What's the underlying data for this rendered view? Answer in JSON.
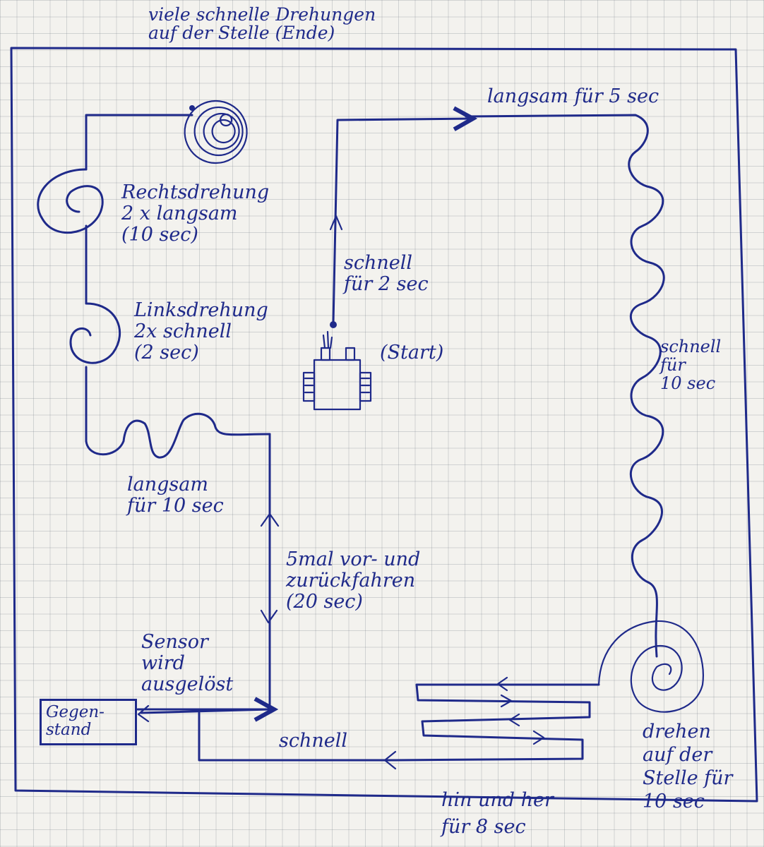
{
  "labels": {
    "end": "viele schnelle Drehungen\nauf der Stelle (Ende)",
    "slow5": "langsam für 5 sec",
    "right_turn": "Rechtsdrehung\n2 x langsam\n(10 sec)",
    "left_turn": "Linksdrehung\n2x schnell\n(2 sec)",
    "fast2": "schnell\nfür 2 sec",
    "start": "(Start)",
    "fast10": "schnell\nfür\n10 sec",
    "slow10": "langsam\nfür 10 sec",
    "back_forth": "5mal vor- und\nzurückfahren\n(20 sec)",
    "sensor": "Sensor\nwird\nausgelöst",
    "object": "Gegen-\nstand",
    "fast": "schnell",
    "spin10": "drehen\nauf der\nStelle für\n10 sec",
    "hin_her": "hin und her\nfür 8 sec"
  },
  "colors": {
    "ink": "#1f2a8a",
    "paper": "#f3f2ee",
    "grid": "#7d8087"
  }
}
